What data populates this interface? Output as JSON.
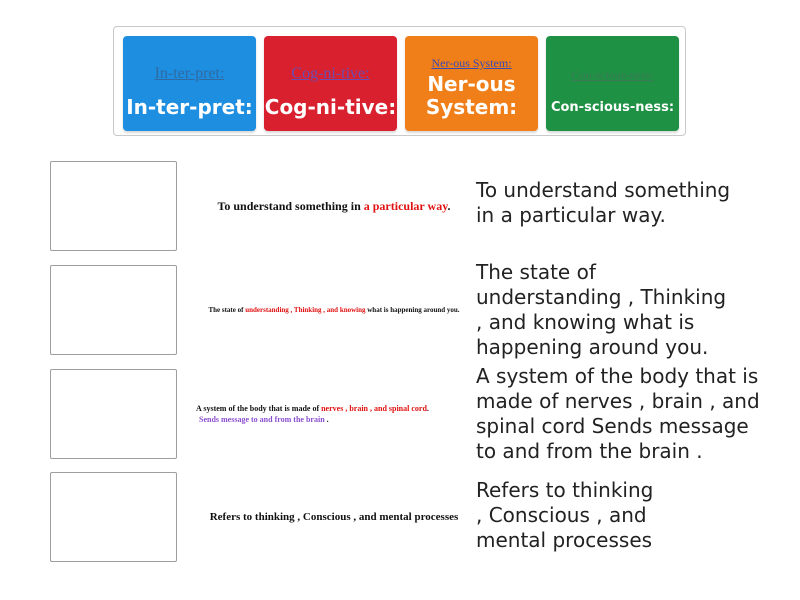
{
  "tiles": [
    {
      "image_text": "In-ter-pret:",
      "label": "In-ter-pret:"
    },
    {
      "image_text": "Cog-ni-tive:",
      "label": "Cog-ni-tive:"
    },
    {
      "image_text": "Ner-ous System:",
      "label_line1": "Ner-ous",
      "label_line2": "System:"
    },
    {
      "image_text": "Con-scious-ness:",
      "label": "Con-scious-ness:"
    }
  ],
  "rows": [
    {
      "image_parts": [
        "To understand something in ",
        "a particular way",
        "."
      ],
      "text_lines": [
        "To understand something",
        "in a particular way."
      ]
    },
    {
      "image_parts": [
        "The state of ",
        "understanding , Thinking , and knowing",
        " what is happening around you."
      ],
      "text_lines": [
        "The state of",
        "understanding , Thinking",
        ", and knowing what is",
        "happening around you."
      ]
    },
    {
      "image_parts": [
        "A system of the body that is made of ",
        "nerves , brain , and spinal cord",
        ".",
        "Sends message to and from the brain",
        " ."
      ],
      "text_lines": [
        "A system of the body that is",
        "made of nerves , brain , and",
        "spinal cord Sends message",
        "to and from the brain ."
      ]
    },
    {
      "image_parts": [
        "Refers to thinking , Conscious , and mental processes"
      ],
      "text_lines": [
        "Refers to thinking",
        ", Conscious , and",
        "mental processes"
      ]
    }
  ]
}
